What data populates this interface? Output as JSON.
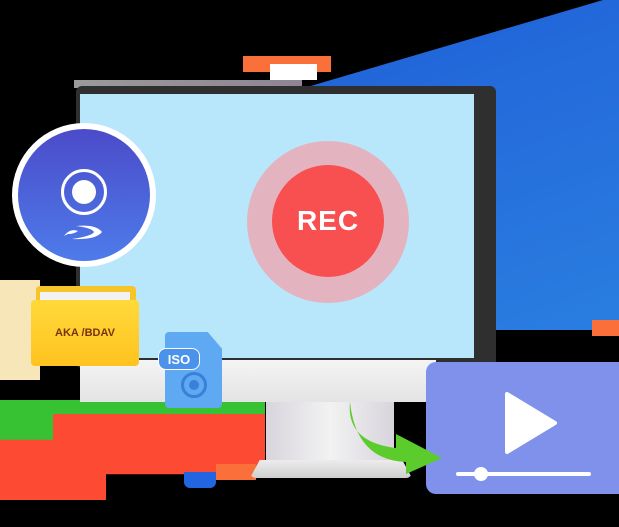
{
  "illustration": {
    "rec_button": {
      "label": "REC",
      "color": "#f84f51",
      "halo_color": "#e3b4c0"
    },
    "screen_color": "#b8e6fb",
    "bluray_disc": {
      "icon": "bluray-disc-icon",
      "colors": [
        "#4c4bc9",
        "#4d7be9"
      ]
    },
    "folder": {
      "label": "AKA /BDAV",
      "color": "#ffc31f"
    },
    "iso_file": {
      "label": "ISO",
      "color": "#5fa8f2"
    },
    "video_player": {
      "icon": "play-icon",
      "color": "#7f91eb",
      "progress_percent": 15
    },
    "arrow": {
      "icon": "curved-arrow-icon",
      "color": "#5ccb2c"
    },
    "accents": {
      "blue": "#2060d8",
      "orange": "#fb6f3a",
      "green": "#36c232",
      "red": "#fd4b33"
    }
  }
}
